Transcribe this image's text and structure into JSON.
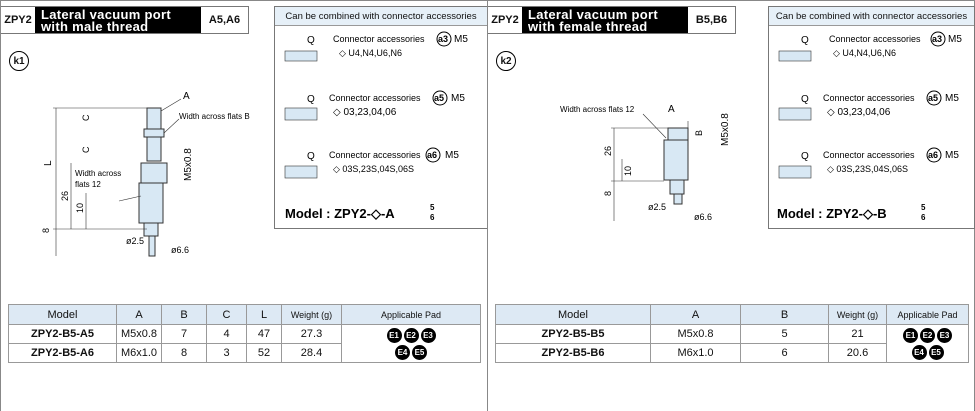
{
  "panels": [
    {
      "code": "ZPY2",
      "title_line1": "Lateral vacuum port",
      "title_line2": "with male thread",
      "variants": "A5,A6",
      "mark": "k1",
      "drawing_labels": {
        "a": "A",
        "flats_b": "Width across flats B",
        "c1": "C",
        "c2": "C",
        "l": "L",
        "flats12_1": "Width across",
        "flats12_2": "flats 12",
        "d26": "26",
        "d10": "10",
        "d8": "8",
        "m5": "M5x0.8",
        "d25": "ø2.5",
        "d66": "ø6.6"
      },
      "connector": {
        "header": "Can be combined with connector accessories",
        "items": [
          {
            "q": "Q",
            "label": "Connector accessories",
            "badge": "a3",
            "thread": "M5",
            "options": "◇ U4,N4,U6,N6"
          },
          {
            "q": "Q",
            "label": "Connector accessories",
            "badge": "a5",
            "thread": "M5",
            "options": "◇ 03,23,04,06"
          },
          {
            "q": "Q",
            "label": "Connector accessories",
            "badge": "a6",
            "thread": "M5",
            "options": "◇ 03S,23S,04S,06S"
          }
        ],
        "model_prefix": "Model : ZPY2-◇-A",
        "model_sup": "5",
        "model_sub": "6"
      },
      "table": {
        "headers": [
          "Model",
          "A",
          "B",
          "C",
          "L",
          "Weight (g)",
          "Applicable Pad"
        ],
        "rows": [
          [
            "ZPY2-B5-A5",
            "M5x0.8",
            "7",
            "4",
            "47",
            "27.3"
          ],
          [
            "ZPY2-B5-A6",
            "M6x1.0",
            "8",
            "3",
            "52",
            "28.4"
          ]
        ],
        "pads": [
          "E1",
          "E2",
          "E3",
          "E4",
          "E5"
        ]
      }
    },
    {
      "code": "ZPY2",
      "title_line1": "Lateral vacuum port",
      "title_line2": "with female thread",
      "variants": "B5,B6",
      "mark": "k2",
      "drawing_labels": {
        "a": "A",
        "flats12": "Width across flats 12",
        "b": "B",
        "m5": "M5x0.8",
        "d26": "26",
        "d10": "10",
        "d8": "8",
        "d25": "ø2.5",
        "d66": "ø6.6"
      },
      "connector": {
        "header": "Can be combined with connector accessories",
        "items": [
          {
            "q": "Q",
            "label": "Connector accessories",
            "badge": "a3",
            "thread": "M5",
            "options": "◇ U4,N4,U6,N6"
          },
          {
            "q": "Q",
            "label": "Connector accessories",
            "badge": "a5",
            "thread": "M5",
            "options": "◇ 03,23,04,06"
          },
          {
            "q": "Q",
            "label": "Connector accessories",
            "badge": "a6",
            "thread": "M5",
            "options": "◇ 03S,23S,04S,06S"
          }
        ],
        "model_prefix": "Model : ZPY2-◇-B",
        "model_sup": "5",
        "model_sub": "6"
      },
      "table": {
        "headers": [
          "Model",
          "A",
          "B",
          "Weight (g)",
          "Applicable Pad"
        ],
        "rows": [
          [
            "ZPY2-B5-B5",
            "M5x0.8",
            "5",
            "21"
          ],
          [
            "ZPY2-B5-B6",
            "M6x1.0",
            "6",
            "20.6"
          ]
        ],
        "pads": [
          "E1",
          "E2",
          "E3",
          "E4",
          "E5"
        ]
      }
    }
  ]
}
